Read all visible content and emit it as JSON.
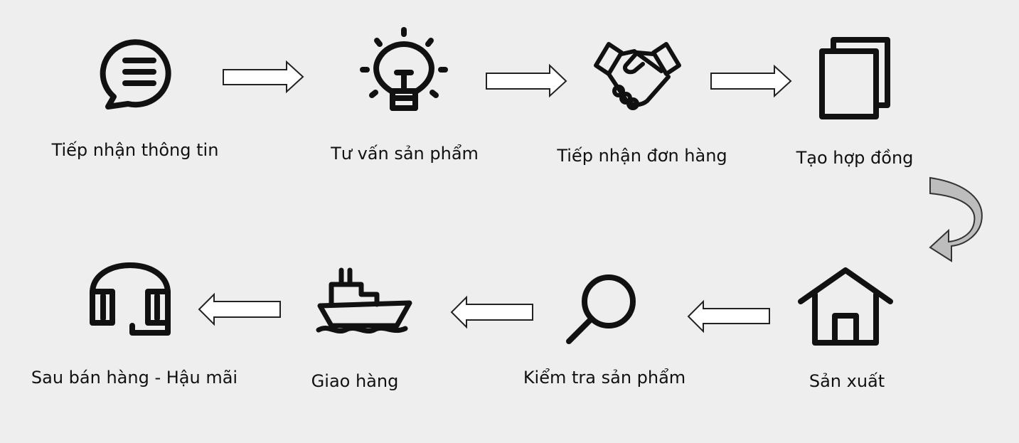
{
  "diagram": {
    "steps": [
      {
        "label": "Tiếp nhận thông tin",
        "icon": "chat-bubble-icon"
      },
      {
        "label": "Tư vấn sản phẩm",
        "icon": "lightbulb-icon"
      },
      {
        "label": "Tiếp nhận đơn hàng",
        "icon": "handshake-icon"
      },
      {
        "label": "Tạo hợp đồng",
        "icon": "documents-icon"
      },
      {
        "label": "Sản xuất",
        "icon": "house-icon"
      },
      {
        "label": "Kiểm tra sản phẩm",
        "icon": "magnifier-icon"
      },
      {
        "label": "Giao hàng",
        "icon": "ship-icon"
      },
      {
        "label": "Sau bán hàng - Hậu mãi",
        "icon": "headset-icon"
      }
    ],
    "colors": {
      "background": "#eeeeee",
      "icon": "#111111",
      "arrow_fill": "#ffffff",
      "curved_arrow_fill": "#bdbdbd"
    }
  }
}
